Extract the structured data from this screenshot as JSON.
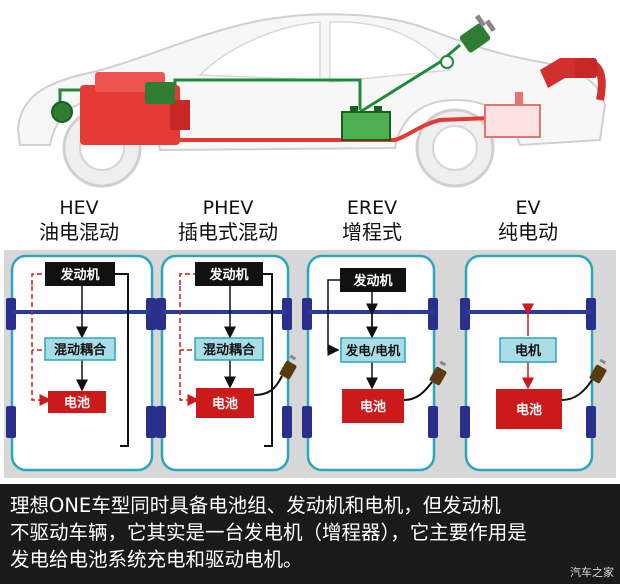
{
  "types": [
    {
      "en": "HEV",
      "cn": "油电混动"
    },
    {
      "en": "PHEV",
      "cn": "插电式混动"
    },
    {
      "en": "EREV",
      "cn": "增程式"
    },
    {
      "en": "EV",
      "cn": "纯电动"
    }
  ],
  "blocks": {
    "engine": "发动机",
    "hybrid_coupling": "混动耦合",
    "generator_motor": "发电/电机",
    "motor": "电机",
    "battery": "电池"
  },
  "caption": {
    "line1": "理想ONE车型同时具备电池组、发动机和电机，但发动机",
    "line2": "不驱动车辆，它其实是一台发电机（增程器），它主要作用是",
    "line3": "发电给电池系统充电和驱动电机。"
  },
  "watermark": "汽车之家",
  "colors": {
    "engine_red": "#e53935",
    "battery_red": "#cc1a1a",
    "box_black": "#111111",
    "box_cyan": "#a9dde6",
    "frame_cyan": "#2aa6bd",
    "wheel_blue": "#2a2f8c",
    "axle_blue": "#2a3a9a",
    "wire_green": "#1f8a3c",
    "fuel_red": "#d32f2f"
  }
}
